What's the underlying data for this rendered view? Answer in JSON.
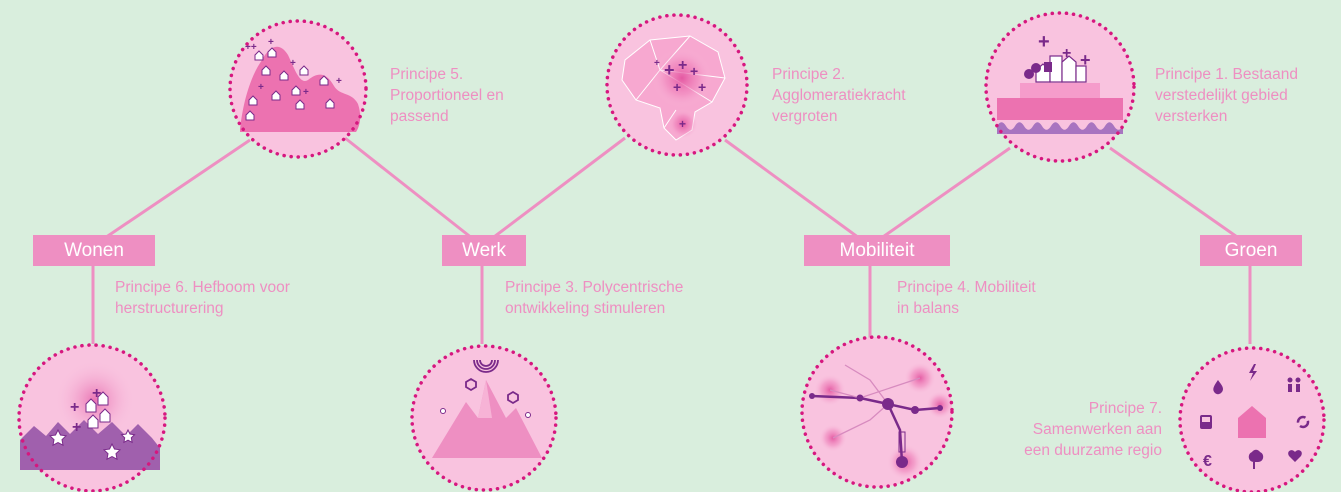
{
  "colors": {
    "background": "#d9eedd",
    "pink": "#ee8fc2",
    "magenta": "#d6177f",
    "purple": "#7a2a8a",
    "circle_fill": "#f9c3df"
  },
  "categories": [
    {
      "label": "Wonen"
    },
    {
      "label": "Werk"
    },
    {
      "label": "Mobiliteit"
    },
    {
      "label": "Groen"
    }
  ],
  "principles": [
    {
      "id": "p5",
      "text": "Principe 5.\nProportioneel en\npassend",
      "icon": "hill-houses-icon"
    },
    {
      "id": "p2",
      "text": "Principe 2.\nAgglomeratiekracht\nvergroten",
      "icon": "city-map-icon"
    },
    {
      "id": "p1",
      "text": "Principe 1. Bestaand\nverstedelijkt gebied\nversterken",
      "icon": "city-blocks-icon"
    },
    {
      "id": "p6",
      "text": "Principe 6. Hefboom voor\nherstructurering",
      "icon": "restructuring-icon"
    },
    {
      "id": "p3",
      "text": "Principe 3. Polycentrische\nontwikkeling stimuleren",
      "icon": "mountains-icon"
    },
    {
      "id": "p4",
      "text": "Principe 4. Mobiliteit\nin balans",
      "icon": "network-icon"
    },
    {
      "id": "p7",
      "text": "Principe 7.\nSamenwerken aan\neen duurzame regio",
      "icon": "sustainable-region-icon"
    }
  ]
}
